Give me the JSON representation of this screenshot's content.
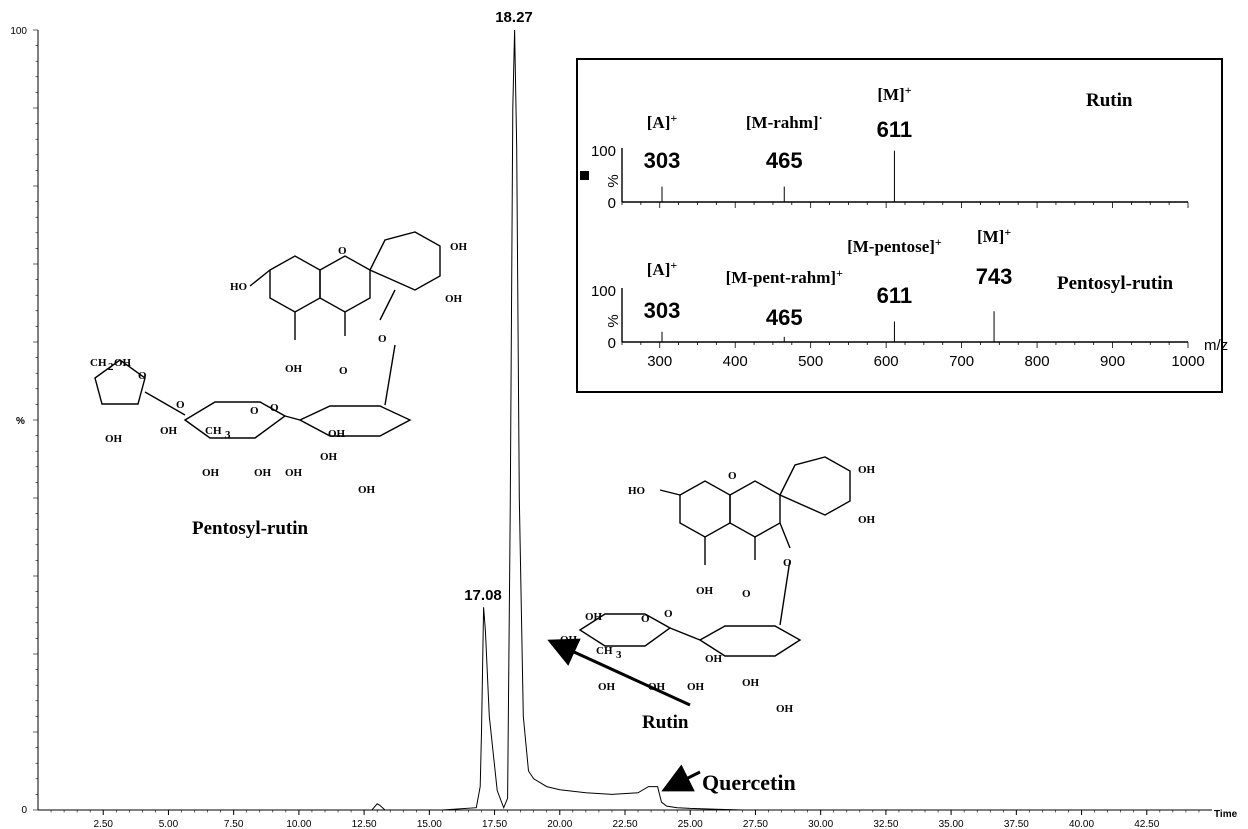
{
  "chart_data": [
    {
      "type": "line",
      "xlabel": "Time",
      "ylabel": "%",
      "xlim": [
        0,
        45
      ],
      "ylim": [
        0,
        100
      ],
      "x_ticks": [
        "2.50",
        "5.00",
        "7.50",
        "10.00",
        "12.50",
        "15.00",
        "17.50",
        "20.00",
        "22.50",
        "25.00",
        "27.50",
        "30.00",
        "32.50",
        "35.00",
        "37.50",
        "40.00",
        "42.50"
      ],
      "y_ticks": [
        "0",
        "100"
      ],
      "peak_labels": [
        {
          "x": 18.27,
          "y": 100,
          "label": "18.27"
        },
        {
          "x": 17.08,
          "y": 26,
          "label": "17.08"
        }
      ],
      "series": [
        {
          "x": [
            0,
            12.8,
            13.0,
            13.1,
            13.3,
            15.5,
            16.8,
            16.95,
            17.0,
            17.08,
            17.15,
            17.3,
            17.6,
            17.85,
            18.0,
            18.1,
            18.2,
            18.27,
            18.35,
            18.45,
            18.6,
            18.8,
            19.0,
            19.5,
            20.0,
            21.0,
            22.0,
            23.0,
            23.4,
            23.6,
            23.75,
            23.9,
            24.1,
            24.5,
            25.0,
            26.0,
            27.0,
            28.0,
            29.0,
            30.0,
            35.0,
            40.0,
            45.0
          ],
          "y": [
            0,
            0,
            0.8,
            0.6,
            0,
            0,
            0.3,
            3,
            10,
            26,
            23,
            12,
            2.5,
            0.3,
            1.5,
            38,
            90,
            100,
            85,
            40,
            12,
            5,
            4,
            3,
            2.6,
            2.2,
            2.0,
            2.2,
            3,
            3,
            3,
            1,
            0.5,
            0.3,
            0.2,
            0.1,
            0,
            0,
            0,
            0,
            0,
            0,
            0
          ]
        }
      ],
      "annotations": [
        "Rutin",
        "Quercetin",
        "Pentosyl-rutin"
      ]
    },
    {
      "type": "bar",
      "title": "Rutin",
      "xlabel": "m/z",
      "ylabel": "%",
      "x_ticks": [
        "300",
        "400",
        "500",
        "600",
        "700",
        "800",
        "900",
        "1000"
      ],
      "y_ticks": [
        "0",
        "100"
      ],
      "spectra": [
        {
          "name": "Rutin",
          "peaks": [
            {
              "mz": 303,
              "intensity": 30,
              "value_label": "303",
              "ion": "[A]",
              "sup": "+"
            },
            {
              "mz": 465,
              "intensity": 30,
              "value_label": "465",
              "ion": "[M-rahm]",
              "sup": "·"
            },
            {
              "mz": 611,
              "intensity": 100,
              "value_label": "611",
              "ion": "[M]",
              "sup": "+"
            }
          ]
        },
        {
          "name": "Pentosyl-rutin",
          "peaks": [
            {
              "mz": 303,
              "intensity": 20,
              "value_label": "303",
              "ion": "[A]",
              "sup": "+"
            },
            {
              "mz": 465,
              "intensity": 10,
              "value_label": "465",
              "ion": "[M-pent-rahm]",
              "sup": "+"
            },
            {
              "mz": 611,
              "intensity": 40,
              "value_label": "611",
              "ion": "[M-pentose]",
              "sup": "+"
            },
            {
              "mz": 743,
              "intensity": 60,
              "value_label": "743",
              "ion": "[M]",
              "sup": "+"
            }
          ]
        }
      ]
    }
  ],
  "structure_labels": {
    "oh": "OH",
    "ho": "HO",
    "o": "O",
    "ch3": "CH",
    "sub3": "3",
    "ch2oh_a": "CH",
    "ch2oh_sub": "2",
    "ch2oh_b": "OH"
  }
}
